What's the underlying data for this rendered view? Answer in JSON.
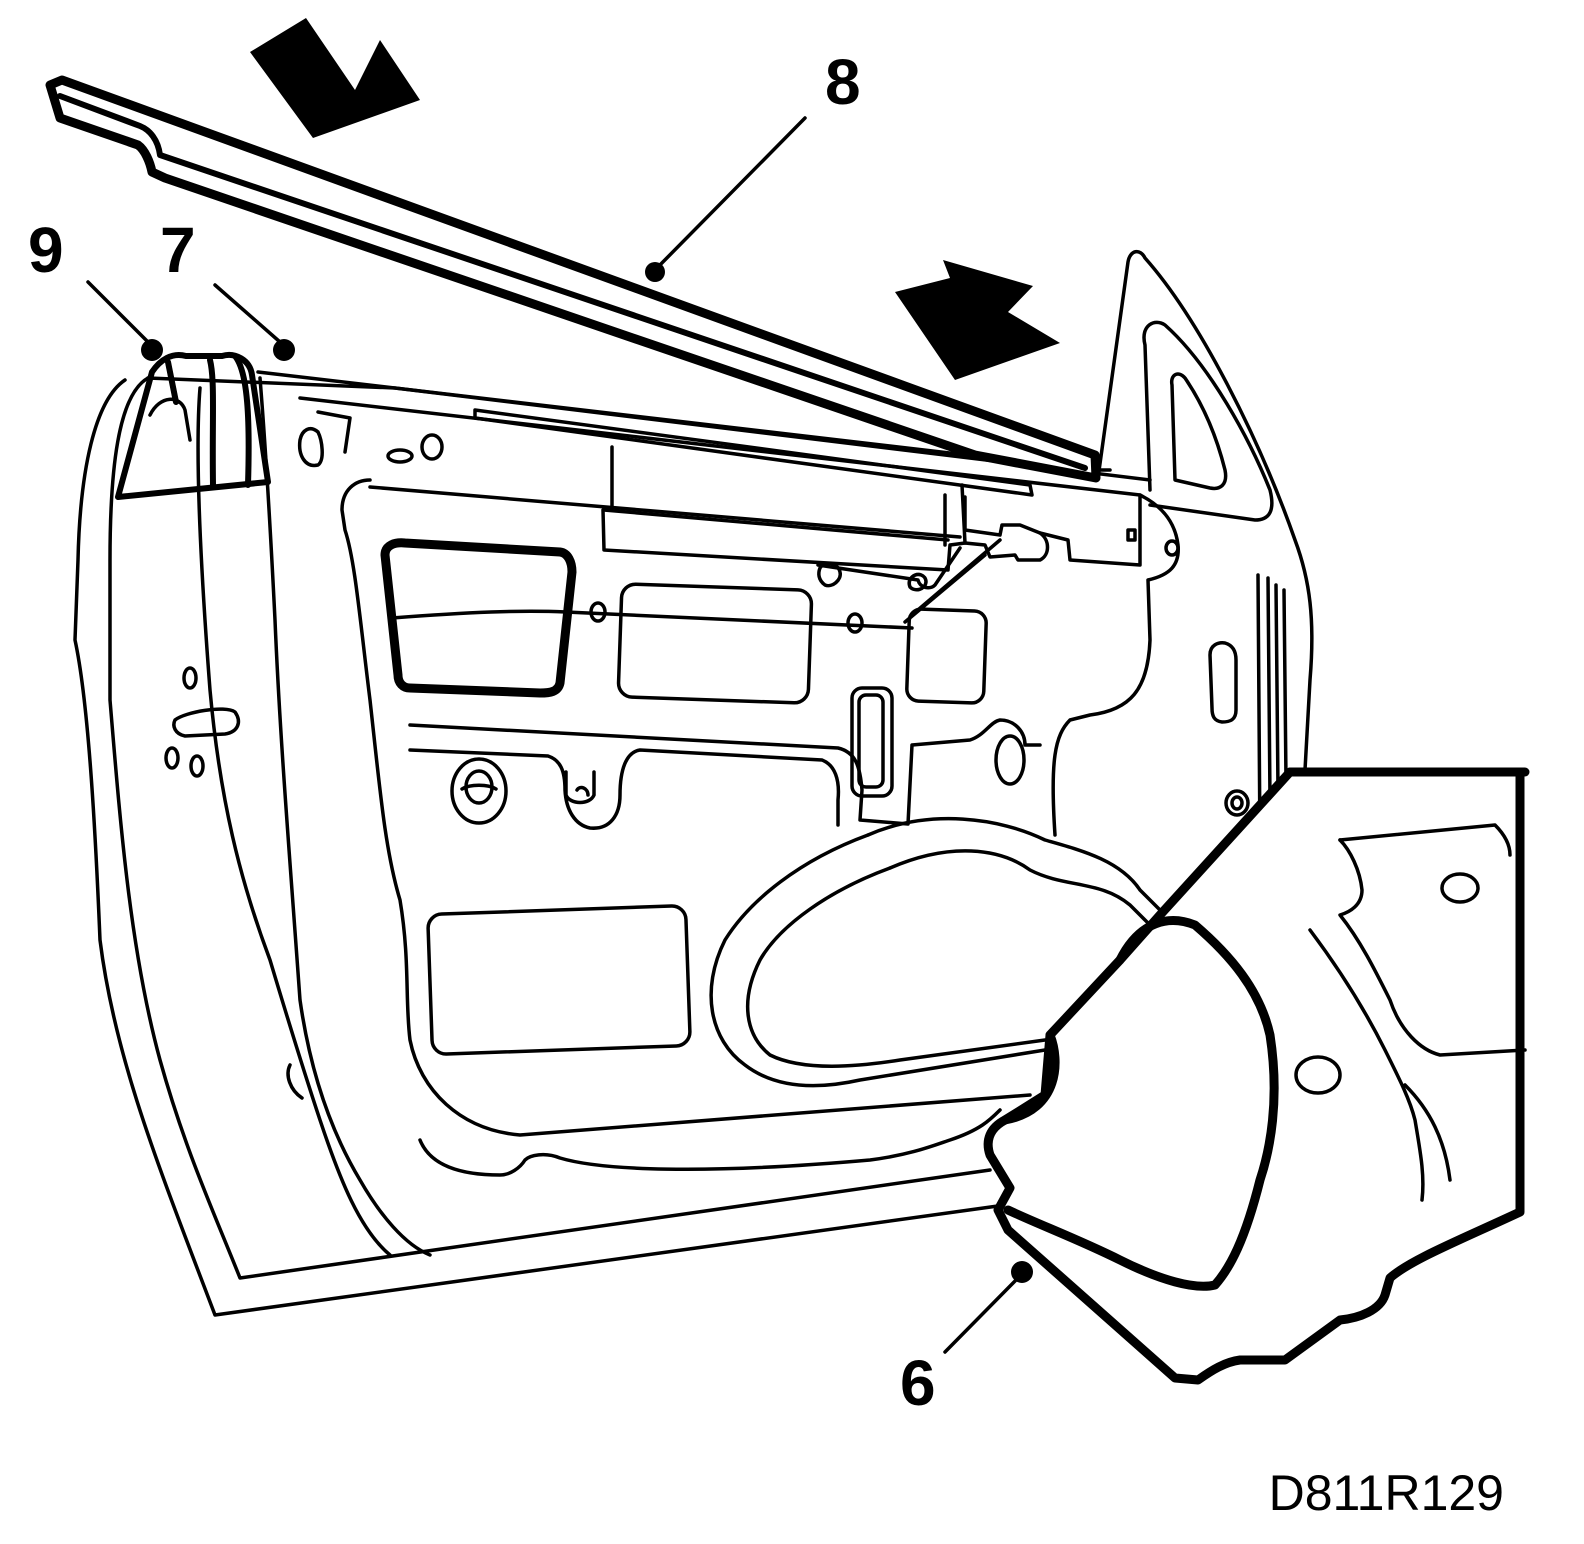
{
  "figure": {
    "callouts": [
      {
        "id": "c8",
        "label": "8"
      },
      {
        "id": "c9",
        "label": "9"
      },
      {
        "id": "c7",
        "label": "7"
      },
      {
        "id": "c6",
        "label": "6"
      }
    ],
    "reference_code": "D811R129"
  }
}
